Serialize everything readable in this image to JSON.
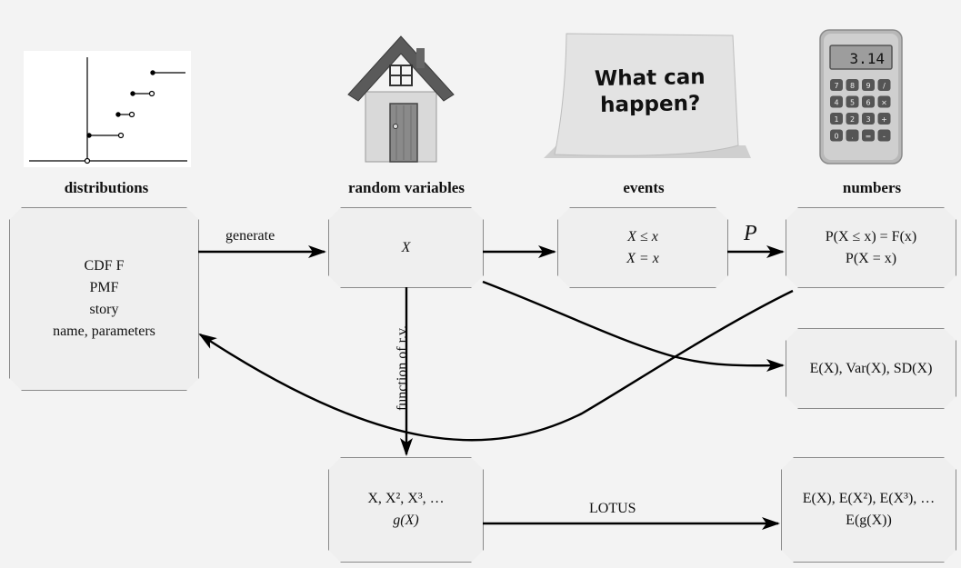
{
  "headers": {
    "distributions": "distributions",
    "random_variables": "random variables",
    "events": "events",
    "numbers": "numbers"
  },
  "sticky_note": {
    "line1": "What can",
    "line2": "happen?"
  },
  "calculator": {
    "display": "3.14",
    "keys": [
      "7",
      "8",
      "9",
      "/",
      "4",
      "5",
      "6",
      "×",
      "1",
      "2",
      "3",
      "+",
      "0",
      ".",
      "=",
      "-"
    ]
  },
  "boxes": {
    "distributions": [
      "CDF F",
      "PMF",
      "story",
      "name, parameters"
    ],
    "random_variable": "X",
    "events": [
      "X ≤ x",
      "X = x"
    ],
    "probabilities": [
      "P(X ≤ x) = F(x)",
      "P(X = x)"
    ],
    "expectations": "E(X), Var(X), SD(X)",
    "functions": [
      "X, X², X³, …",
      "g(X)"
    ],
    "lotus_results": [
      "E(X), E(X²), E(X³), …",
      "E(g(X))"
    ]
  },
  "edge_labels": {
    "generate": "generate",
    "P": "P",
    "function_of_rv": "function of r.v.",
    "lotus": "LOTUS"
  },
  "colors": {
    "background": "#f3f3f3",
    "box_fill": "#efefef",
    "box_border": "#8a8a8a",
    "arrow": "#000000"
  }
}
